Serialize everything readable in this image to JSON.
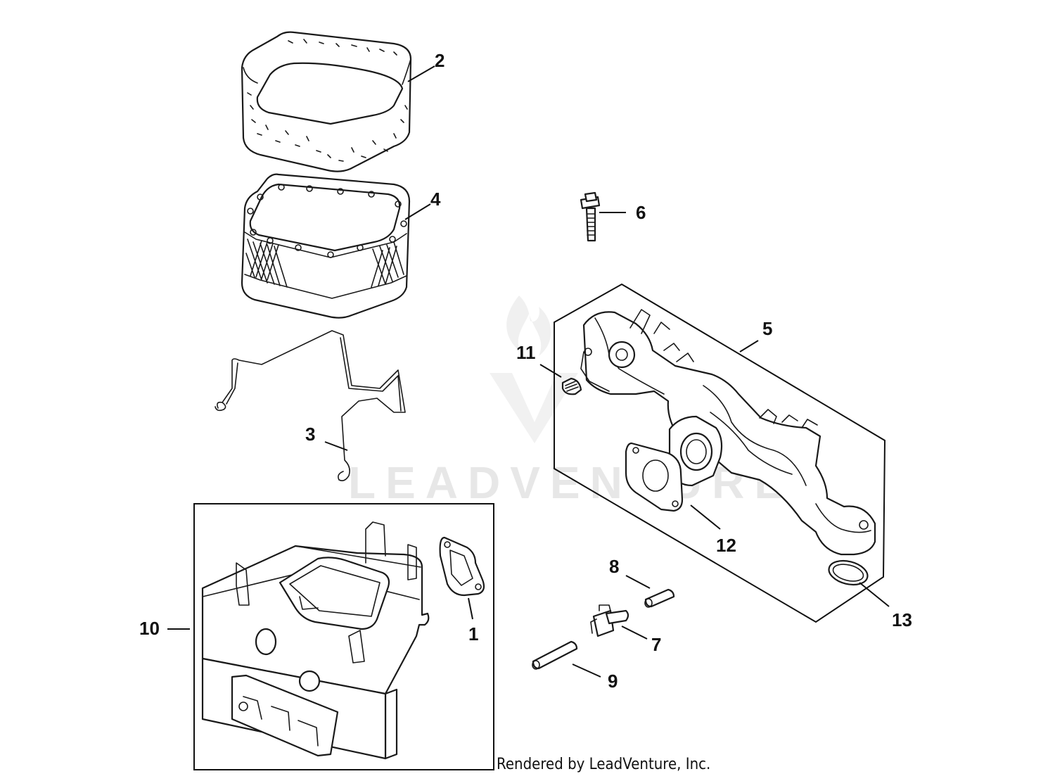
{
  "watermark": {
    "text": "LEADVENTURE"
  },
  "footer": {
    "credit": "Rendered by LeadVenture, Inc."
  },
  "callouts": {
    "c1": "1",
    "c2": "2",
    "c3": "3",
    "c4": "4",
    "c5": "5",
    "c6": "6",
    "c7": "7",
    "c8": "8",
    "c9": "9",
    "c10": "10",
    "c11": "11",
    "c12": "12",
    "c13": "13"
  }
}
